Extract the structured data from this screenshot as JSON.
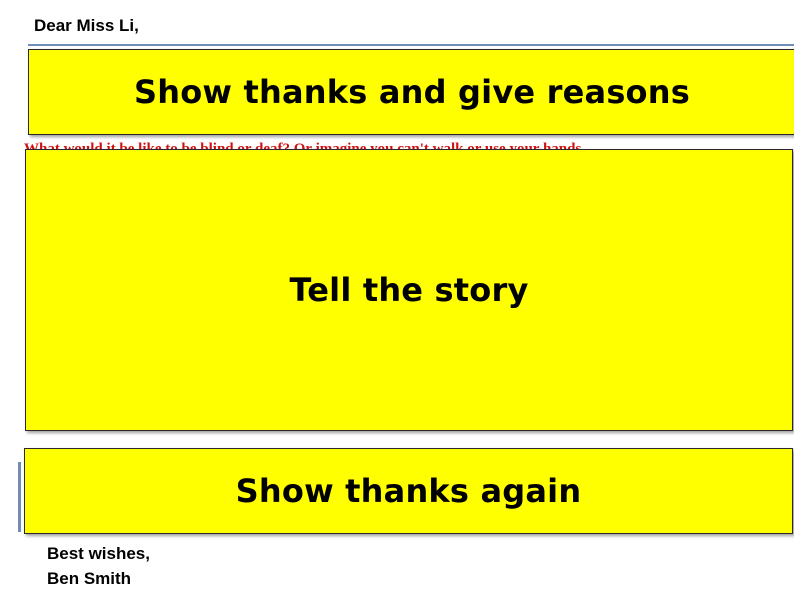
{
  "letter": {
    "greeting": "Dear Miss Li,",
    "closing": "Best wishes,",
    "signature": "Ben Smith"
  },
  "background_text": {
    "partial_line": "What would it be like to be blind or deaf? Or imagine you can't walk or use your hands."
  },
  "boxes": {
    "thanks_reasons": "Show thanks and give reasons",
    "tell_story": "Tell the story",
    "thanks_again": "Show thanks again"
  },
  "colors": {
    "box_fill": "#ffff00",
    "underlying_text": "#d01010"
  }
}
